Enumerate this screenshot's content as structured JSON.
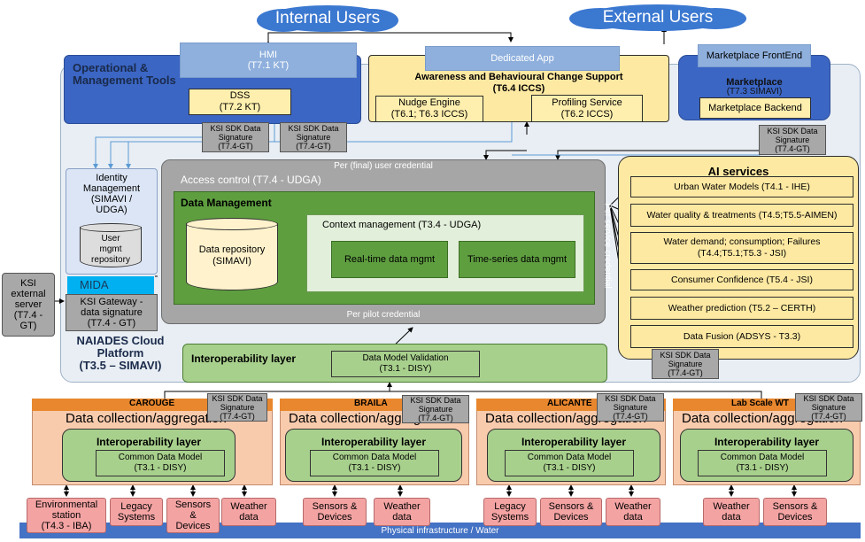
{
  "clouds": {
    "internal": "Internal Users",
    "external": "External Users"
  },
  "hmi": {
    "name": "HMI",
    "task": "(T7.1 KT)"
  },
  "dedicated_app": "Dedicated App",
  "marketplace_frontend": "Marketplace FrontEnd",
  "op_tools": {
    "title": "Operational & Management Tools"
  },
  "dss": {
    "name": "DSS",
    "task": "(T7.2 KT)"
  },
  "awareness": {
    "title": "Awareness and Behavioural Change Support",
    "task": "(T6.4 ICCS)",
    "nudge_name": "Nudge Engine",
    "nudge_task": "(T6.1; T6.3 ICCS)",
    "profiling_name": "Profiling Service",
    "profiling_task": "(T6.2 ICCS)"
  },
  "marketplace": {
    "title": "Marketplace",
    "task": "(T7.3 SIMAVI)",
    "backend": "Marketplace Backend"
  },
  "ksi_sig": {
    "l1": "KSI SDK Data",
    "l2": "Signature",
    "l3": "(T7.4-GT)"
  },
  "identity": {
    "l1": "Identity",
    "l2": "Management",
    "l3": "(SIMAVI /",
    "l4": "UDGA)",
    "repo1": "User",
    "repo2": "mgmt",
    "repo3": "repository"
  },
  "access": {
    "top": "Per (final) user credential",
    "title": "Access control (T7.4 - UDGA)",
    "bottom": "Per pilot credential",
    "side": "Per service credential"
  },
  "data_mgmt": {
    "title": "Data Management",
    "repo1": "Data repository",
    "repo2": "(SIMAVI)",
    "context": "Context management (T3.4 - UDGA)",
    "realtime": "Real-time data mgmt",
    "timeseries": "Time-series data mgmt"
  },
  "mida": "MIDA",
  "ksi_gateway": {
    "l1": "KSI Gateway -",
    "l2": "data signature",
    "l3": "(T7.4 - GT)"
  },
  "ksi_external": {
    "l1": "KSI",
    "l2": "external",
    "l3": "server",
    "l4": "(T7.4 -",
    "l5": "GT)"
  },
  "naiades": {
    "l1": "NAIADES Cloud",
    "l2": "Platform",
    "l3": "(T3.5 – SIMAVI)"
  },
  "ai_services": {
    "title": "AI services",
    "items": [
      "Urban Water Models (T4.1 - IHE)",
      "Water quality & treatments (T4.5;T5.5-AIMEN)",
      "Water demand; consumption; Failures (T4.4;T5.1;T5.3 - JSI)",
      "Consumer Confidence (T5.4 - JSI)",
      "Weather prediction (T5.2 – CERTH)",
      "Data Fusion (ADSYS - T3.3)"
    ]
  },
  "interop_main": {
    "title": "Interoperability layer",
    "validation1": "Data Model Validation",
    "validation2": "(T3.1 - DISY)"
  },
  "sites": [
    {
      "name": "CAROUGE",
      "collection": "Data collection/aggregation",
      "interop": "Interoperability layer",
      "cdm1": "Common Data Model",
      "cdm2": "(T3.1 - DISY)"
    },
    {
      "name": "BRAILA",
      "collection": "Data collection/aggregation",
      "interop": "Interoperability layer",
      "cdm1": "Common Data Model",
      "cdm2": "(T3.1 - DISY)"
    },
    {
      "name": "ALICANTE",
      "collection": "Data collection/aggregation",
      "interop": "Interoperability layer",
      "cdm1": "Common Data Model",
      "cdm2": "(T3.1 - DISY)"
    },
    {
      "name": "Lab Scale WT",
      "collection": "Data collection/aggregation",
      "interop": "Interoperability layer",
      "cdm1": "Common Data Model",
      "cdm2": "(T3.1 - DISY)"
    }
  ],
  "devices": {
    "env1": "Environmental",
    "env2": "station",
    "env3": "(T4.3 - IBA)",
    "legacy1": "Legacy",
    "legacy2": "Systems",
    "sensors1": "Sensors",
    "sensors2": "&",
    "sensors3": "Devices",
    "weather1": "Weather",
    "weather2": "data",
    "sd1": "Sensors &",
    "sd2": "Devices"
  },
  "physical": "Physical infrastructure / Water"
}
